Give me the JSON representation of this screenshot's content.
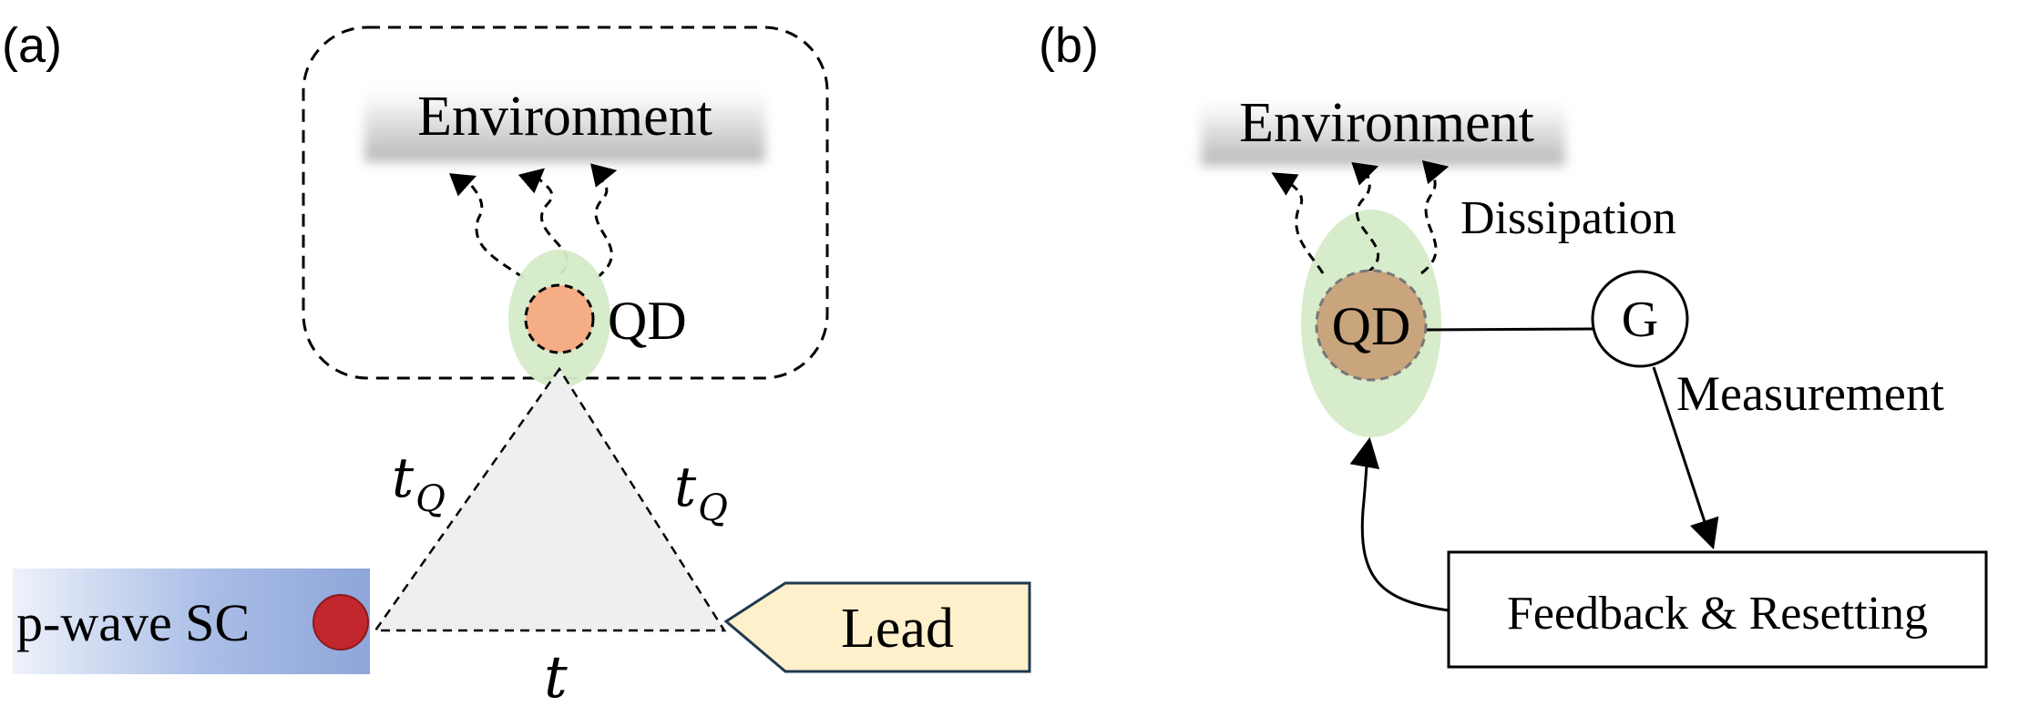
{
  "panel_a": {
    "label": "(a)",
    "environment_label": "Environment",
    "qd_label": "QD",
    "hopping_left": "t",
    "hopping_left_sub": "Q",
    "hopping_right": "t",
    "hopping_right_sub": "Q",
    "hopping_bottom": "t",
    "superconductor_label": "p-wave SC",
    "lead_label": "Lead"
  },
  "panel_b": {
    "label": "(b)",
    "environment_label": "Environment",
    "dissipation_label": "Dissipation",
    "qd_label": "QD",
    "meter_label": "G",
    "measurement_label": "Measurement",
    "feedback_label": "Feedback & Resetting"
  },
  "colors": {
    "qd_halo": "#d5ebc8",
    "qd_dot_a": "#f4ad85",
    "qd_dot_b": "#c9a57d",
    "majorana_dot": "#c1272d",
    "lead_fill": "#fff0cc",
    "lead_border": "#1f3a4d",
    "sc_gradient_light": "#eef2fb",
    "sc_gradient_dark": "#8ea6d9",
    "triangle_fill": "#efefef",
    "environment_shadow": "#c8c8c8"
  }
}
